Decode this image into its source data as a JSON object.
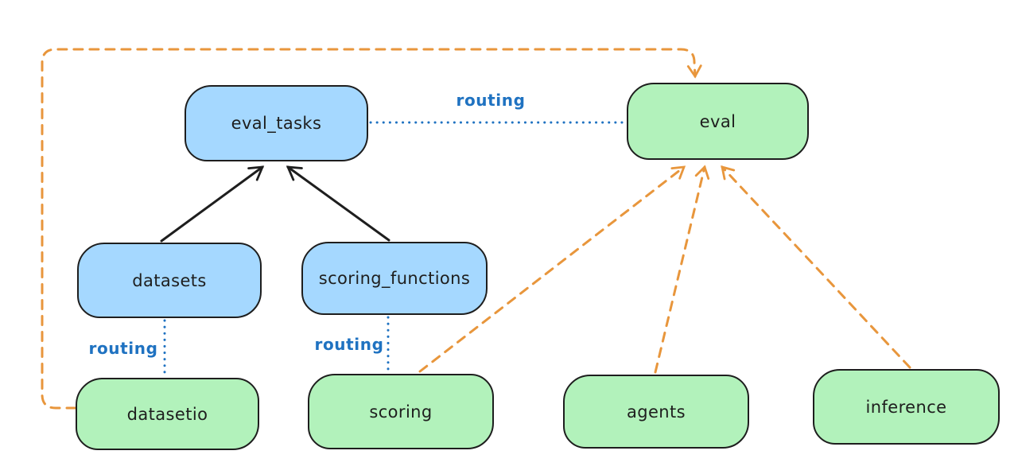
{
  "diagram": {
    "background": "#ffffff",
    "colors": {
      "background": "#ffffff",
      "node_stroke": "#1e1e1e",
      "api_fill": "#a5d8ff",
      "provider_fill": "#b2f2bb",
      "routing_blue": "#1f72c1",
      "arrow_orange": "#e8963c",
      "arrow_black": "#1e1e1e"
    },
    "nodes": {
      "eval_tasks": {
        "label": "eval_tasks",
        "kind": "api"
      },
      "eval": {
        "label": "eval",
        "kind": "provider"
      },
      "datasets": {
        "label": "datasets",
        "kind": "api"
      },
      "scoring_functions": {
        "label": "scoring_functions",
        "kind": "api"
      },
      "datasetio": {
        "label": "datasetio",
        "kind": "provider"
      },
      "scoring": {
        "label": "scoring",
        "kind": "provider"
      },
      "agents": {
        "label": "agents",
        "kind": "provider"
      },
      "inference": {
        "label": "inference",
        "kind": "provider"
      }
    },
    "edges": [
      {
        "from": "datasets",
        "to": "eval_tasks",
        "style": "solid-black-arrow",
        "label": ""
      },
      {
        "from": "scoring_functions",
        "to": "eval_tasks",
        "style": "solid-black-arrow",
        "label": ""
      },
      {
        "from": "eval_tasks",
        "to": "eval",
        "style": "dotted-blue",
        "label": "routing"
      },
      {
        "from": "datasets",
        "to": "datasetio",
        "style": "dotted-blue",
        "label": "routing"
      },
      {
        "from": "scoring_functions",
        "to": "scoring",
        "style": "dotted-blue",
        "label": "routing"
      },
      {
        "from": "datasetio",
        "to": "eval",
        "style": "dashed-orange-arrow",
        "label": ""
      },
      {
        "from": "scoring",
        "to": "eval",
        "style": "dashed-orange-arrow",
        "label": ""
      },
      {
        "from": "agents",
        "to": "eval",
        "style": "dashed-orange-arrow",
        "label": ""
      },
      {
        "from": "inference",
        "to": "eval",
        "style": "dashed-orange-arrow",
        "label": ""
      }
    ]
  }
}
